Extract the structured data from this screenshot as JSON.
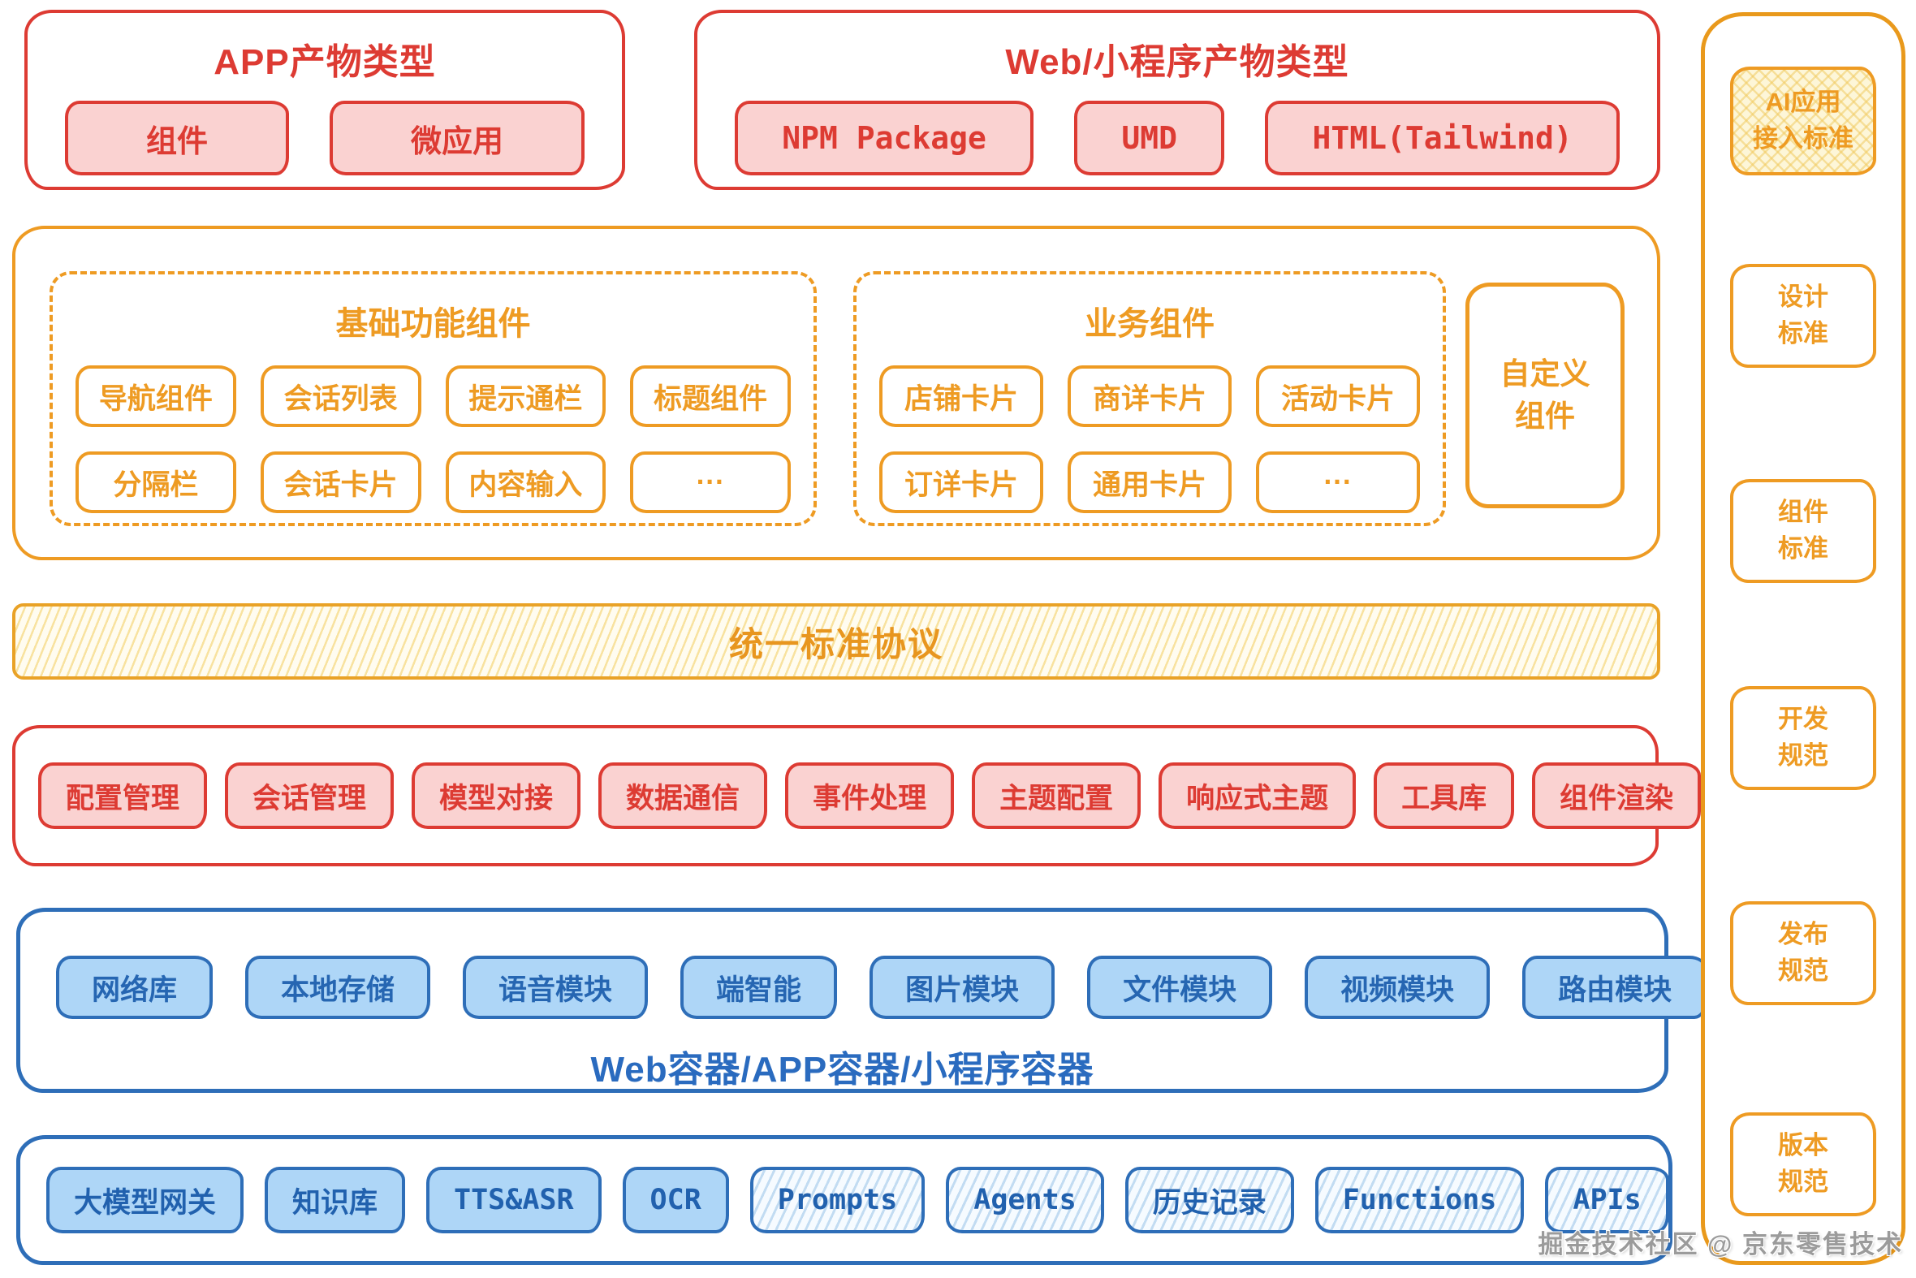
{
  "top": {
    "app": {
      "title": "APP产物类型",
      "chips": [
        "组件",
        "微应用"
      ]
    },
    "web": {
      "title": "Web/小程序产物类型",
      "chips": [
        "NPM Package",
        "UMD",
        "HTML(Tailwind)"
      ]
    }
  },
  "components": {
    "basic": {
      "title": "基础功能组件",
      "chips": [
        "导航组件",
        "会话列表",
        "提示通栏",
        "标题组件",
        "分隔栏",
        "会话卡片",
        "内容输入",
        "···"
      ]
    },
    "business": {
      "title": "业务组件",
      "chips": [
        "店铺卡片",
        "商详卡片",
        "活动卡片",
        "订详卡片",
        "通用卡片",
        "···"
      ]
    },
    "custom": {
      "line1": "自定义",
      "line2": "组件"
    }
  },
  "protocol": {
    "label": "统一标准协议"
  },
  "core": {
    "chips": [
      "配置管理",
      "会话管理",
      "模型对接",
      "数据通信",
      "事件处理",
      "主题配置",
      "响应式主题",
      "工具库",
      "组件渲染"
    ]
  },
  "container": {
    "chips": [
      "网络库",
      "本地存储",
      "语音模块",
      "端智能",
      "图片模块",
      "文件模块",
      "视频模块",
      "路由模块"
    ],
    "title": "Web容器/APP容器/小程序容器"
  },
  "ai": {
    "chips": [
      {
        "label": "大模型网关"
      },
      {
        "label": "知识库"
      },
      {
        "label": "TTS&ASR"
      },
      {
        "label": "OCR"
      },
      {
        "label": "Prompts",
        "hatched": true
      },
      {
        "label": "Agents",
        "hatched": true
      },
      {
        "label": "历史记录",
        "hatched": true
      },
      {
        "label": "Functions",
        "hatched": true
      },
      {
        "label": "APIs",
        "hatched": true
      }
    ]
  },
  "sidebar": {
    "items": [
      {
        "lines": [
          "AI应用",
          "接入标准"
        ],
        "hatched": true
      },
      {
        "lines": [
          "设计",
          "标准"
        ]
      },
      {
        "lines": [
          "组件",
          "标准"
        ]
      },
      {
        "lines": [
          "开发",
          "规范"
        ]
      },
      {
        "lines": [
          "发布",
          "规范"
        ]
      },
      {
        "lines": [
          "版本",
          "规范"
        ]
      }
    ]
  },
  "watermark": "掘金技术社区 @ 京东零售技术",
  "colors": {
    "red": "#dd3b33",
    "pink_fill": "#fad2d1",
    "orange": "#ee9b23",
    "yellow_hatch_fill": "#fffcf0",
    "blue": "#2e6eb8",
    "blue_fill": "#aed6f7",
    "blue_hatch_fill": "#f6fbff"
  }
}
